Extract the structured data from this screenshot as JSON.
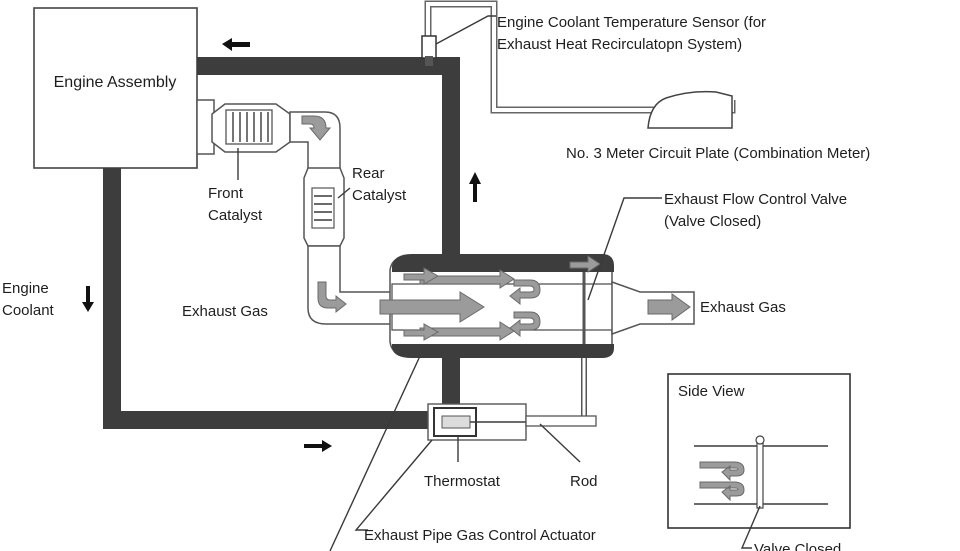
{
  "labels": {
    "engine_assembly": "Engine Assembly",
    "sensor_line1": "Engine Coolant Temperature Sensor (for",
    "sensor_line2": "Exhaust Heat Recirculatopn System)",
    "meter_plate": "No. 3 Meter Circuit Plate (Combination Meter)",
    "front_catalyst_line1": "Front",
    "front_catalyst_line2": "Catalyst",
    "rear_catalyst_line1": "Rear",
    "rear_catalyst_line2": "Catalyst",
    "valve_line1": "Exhaust Flow Control Valve",
    "valve_line2": "(Valve Closed)",
    "coolant_line1": "Engine",
    "coolant_line2": "Coolant",
    "exhaust_gas_in": "Exhaust Gas",
    "exhaust_gas_out": "Exhaust Gas",
    "side_view": "Side View",
    "thermostat": "Thermostat",
    "rod": "Rod",
    "actuator": "Exhaust Pipe Gas Control Actuator",
    "valve_closed": "Valve Closed"
  },
  "colors": {
    "coolant_pipe": "#3d3d3d",
    "flow_arrow": "#9b9b9b",
    "line": "#3a3a3a"
  }
}
